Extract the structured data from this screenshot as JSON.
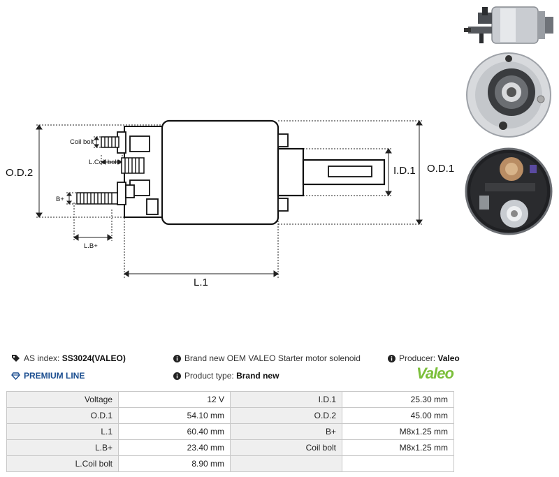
{
  "diagram": {
    "od2": "O.D.2",
    "od1": "O.D.1",
    "id1": "I.D.1",
    "l1": "L.1",
    "coil_bolt": "Coil bolt",
    "l_coil_bolt": "L.Coil bolt",
    "b_plus": "B+",
    "lb_plus": "L.B+"
  },
  "info": {
    "as_index_label": "AS index:",
    "as_index_value": "SS3024(VALEO)",
    "premium_line": "PREMIUM LINE",
    "description": "Brand new OEM VALEO Starter motor solenoid",
    "product_type_label": "Product type:",
    "product_type_value": "Brand new",
    "producer_label": "Producer:",
    "producer_value": "Valeo",
    "logo_text": "Valeo"
  },
  "specs": [
    {
      "label1": "Voltage",
      "value1": "12 V",
      "label2": "I.D.1",
      "value2": "25.30 mm"
    },
    {
      "label1": "O.D.1",
      "value1": "54.10 mm",
      "label2": "O.D.2",
      "value2": "45.00 mm"
    },
    {
      "label1": "L.1",
      "value1": "60.40 mm",
      "label2": "B+",
      "value2": "M8x1.25 mm"
    },
    {
      "label1": "L.B+",
      "value1": "23.40 mm",
      "label2": "Coil bolt",
      "value2": "M8x1.25 mm"
    },
    {
      "label1": "L.Coil bolt",
      "value1": "8.90 mm",
      "label2": "",
      "value2": ""
    }
  ]
}
